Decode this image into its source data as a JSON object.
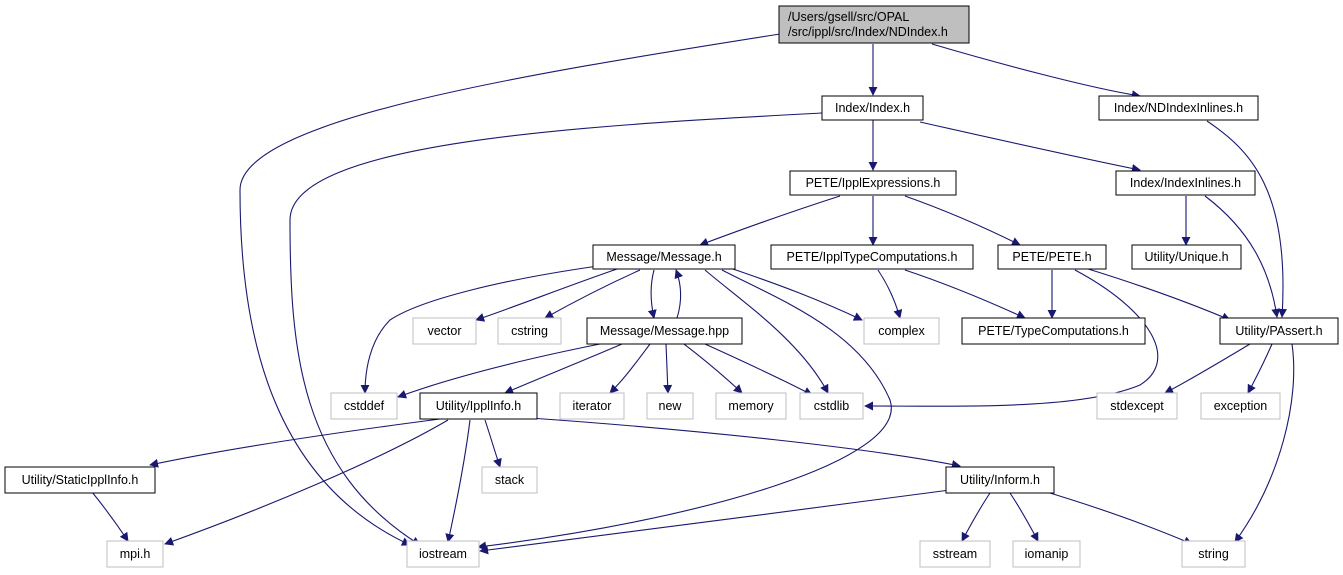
{
  "graph": {
    "root": {
      "lines": [
        "/Users/gsell/src/OPAL",
        "/src/ippl/src/Index/NDIndex.h"
      ]
    },
    "nodes": {
      "index_h": "Index/Index.h",
      "ndindexinlines_h": "Index/NDIndexInlines.h",
      "ipplexpressions_h": "PETE/IpplExpressions.h",
      "indexinlines_h": "Index/IndexInlines.h",
      "message_h": "Message/Message.h",
      "ippltypecomputations_h": "PETE/IpplTypeComputations.h",
      "pete_h": "PETE/PETE.h",
      "unique_h": "Utility/Unique.h",
      "vector": "vector",
      "cstring": "cstring",
      "message_hpp": "Message/Message.hpp",
      "complex": "complex",
      "typecomputations_h": "PETE/TypeComputations.h",
      "passert_h": "Utility/PAssert.h",
      "cstddef": "cstddef",
      "ipplinfo_h": "Utility/IpplInfo.h",
      "iterator": "iterator",
      "new": "new",
      "memory": "memory",
      "cstdlib": "cstdlib",
      "stdexcept": "stdexcept",
      "exception": "exception",
      "staticipplinfo_h": "Utility/StaticIpplInfo.h",
      "stack": "stack",
      "inform_h": "Utility/Inform.h",
      "mpi_h": "mpi.h",
      "iostream": "iostream",
      "sstream": "sstream",
      "iomanip": "iomanip",
      "string": "string"
    }
  },
  "colors": {
    "edge": "#191970",
    "root_fill": "#bfbfbf",
    "internal_border": "#000000",
    "external_border": "#bfbfbf",
    "node_fill": "#ffffff"
  }
}
